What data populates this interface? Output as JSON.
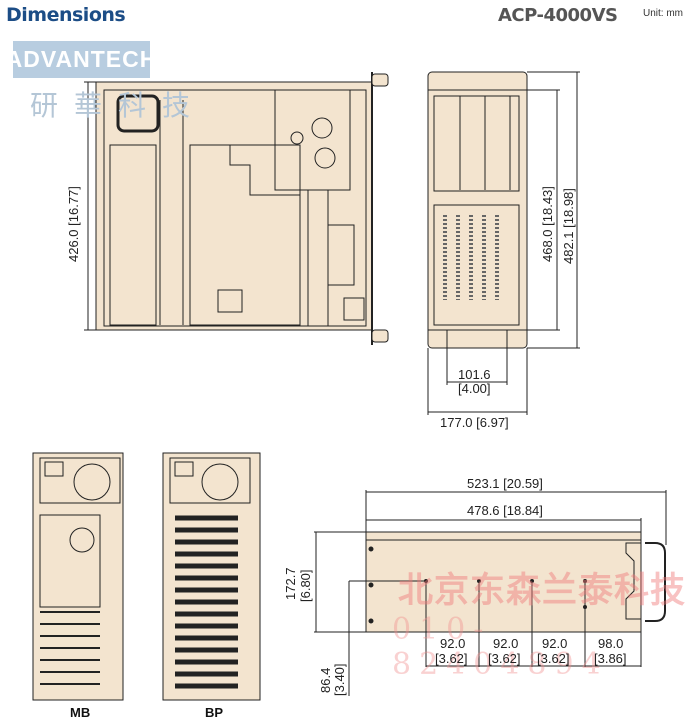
{
  "header": {
    "title": "Dimensions",
    "model": "ACP-4000VS",
    "unit": "Unit: mm"
  },
  "watermarks": {
    "logo": "ADVANTECH",
    "logo_cn": "研華科技",
    "dealer": "北京东森兰泰科技",
    "phone": "010-82404894"
  },
  "top_view": {
    "depth": "426.0 [16.77]"
  },
  "front_view": {
    "height_inner": "468.0 [18.43]",
    "height_outer": "482.1 [18.98]",
    "width_inner": "101.6",
    "width_inner_in": "[4.00]",
    "width_outer": "177.0 [6.97]"
  },
  "rear_views": [
    {
      "label": "MB"
    },
    {
      "label": "BP"
    }
  ],
  "side_view": {
    "overall_length": "523.1 [20.59]",
    "body_length": "478.6 [18.84]",
    "height": "172.7",
    "height_in": "[6.80]",
    "hole_height": "86.4",
    "hole_height_in": "[3.40]",
    "spacings": [
      {
        "mm": "92.0",
        "in": "[3.62]"
      },
      {
        "mm": "92.0",
        "in": "[3.62]"
      },
      {
        "mm": "92.0",
        "in": "[3.62]"
      },
      {
        "mm": "98.0",
        "in": "[3.86]"
      }
    ]
  },
  "colors": {
    "title": "#1c4d86",
    "chassis": "#f3e4cf",
    "line": "#222222"
  }
}
